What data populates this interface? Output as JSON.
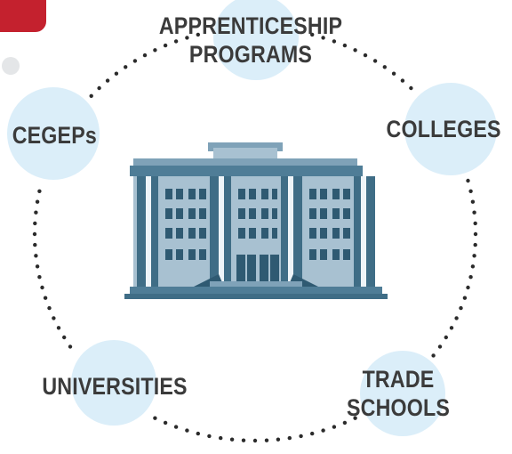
{
  "diagram": {
    "center": {
      "icon": "building-icon"
    },
    "nodes": [
      {
        "id": "apprenticeship",
        "label": "APPRENTICESHIP\nPROGRAMS"
      },
      {
        "id": "colleges",
        "label": "COLLEGES"
      },
      {
        "id": "trade",
        "label": "TRADE\nSCHOOLS"
      },
      {
        "id": "universities",
        "label": "UNIVERSITIES"
      },
      {
        "id": "cegeps",
        "label": "CEGEPs"
      }
    ],
    "colors": {
      "circle": "#dbeef9",
      "dots": "#2b2b2b",
      "text": "#3b3b3b",
      "accent": "#c4212e",
      "building_dark": "#3f6d86",
      "building_light": "#a8c1d1"
    }
  }
}
